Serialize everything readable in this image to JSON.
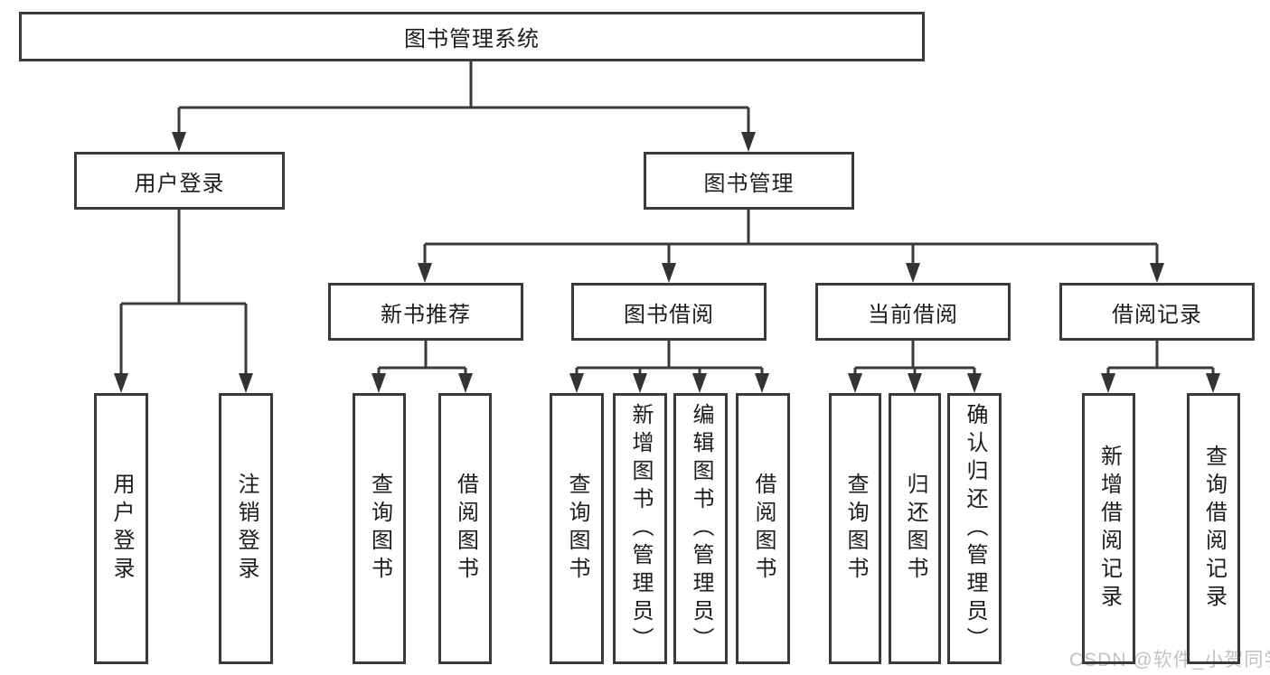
{
  "diagram": {
    "type": "tree",
    "title": "图书管理系统",
    "nodes": {
      "root": "图书管理系统",
      "l2_user_login": "用户登录",
      "l2_book_mgmt": "图书管理",
      "l3_new_books": "新书推荐",
      "l3_book_borrow": "图书借阅",
      "l3_current_borrow": "当前借阅",
      "l3_borrow_records": "借阅记录",
      "leaf_user_login": "用户登录",
      "leaf_logout_login": "注销登录",
      "leaf_nb_query_books": "查询图书",
      "leaf_nb_borrow_books": "借阅图书",
      "leaf_bb_query_books": "查询图书",
      "leaf_bb_add_books": "新增图书（管理员）",
      "leaf_bb_edit_books": "编辑图书（管理员）",
      "leaf_bb_borrow_books": "借阅图书",
      "leaf_cb_query_books": "查询图书",
      "leaf_cb_return_books": "归还图书",
      "leaf_cb_confirm_return": "确认归还（管理员）",
      "leaf_br_add_record": "新增借阅记录",
      "leaf_br_query_record": "查询借阅记录"
    },
    "edges": [
      [
        "图书管理系统",
        "用户登录"
      ],
      [
        "图书管理系统",
        "图书管理"
      ],
      [
        "用户登录",
        "用户登录(叶)"
      ],
      [
        "用户登录",
        "注销登录"
      ],
      [
        "图书管理",
        "新书推荐"
      ],
      [
        "图书管理",
        "图书借阅"
      ],
      [
        "图书管理",
        "当前借阅"
      ],
      [
        "图书管理",
        "借阅记录"
      ],
      [
        "新书推荐",
        "查询图书"
      ],
      [
        "新书推荐",
        "借阅图书"
      ],
      [
        "图书借阅",
        "查询图书"
      ],
      [
        "图书借阅",
        "新增图书（管理员）"
      ],
      [
        "图书借阅",
        "编辑图书（管理员）"
      ],
      [
        "图书借阅",
        "借阅图书"
      ],
      [
        "当前借阅",
        "查询图书"
      ],
      [
        "当前借阅",
        "归还图书"
      ],
      [
        "当前借阅",
        "确认归还（管理员）"
      ],
      [
        "借阅记录",
        "新增借阅记录"
      ],
      [
        "借阅记录",
        "查询借阅记录"
      ]
    ],
    "colors": {
      "line": "#3a3a3a",
      "text": "#1c1c1c",
      "background": "#ffffff",
      "watermark": "#c2c2c2"
    }
  },
  "watermark": "CSDN @软件_小贺同学"
}
